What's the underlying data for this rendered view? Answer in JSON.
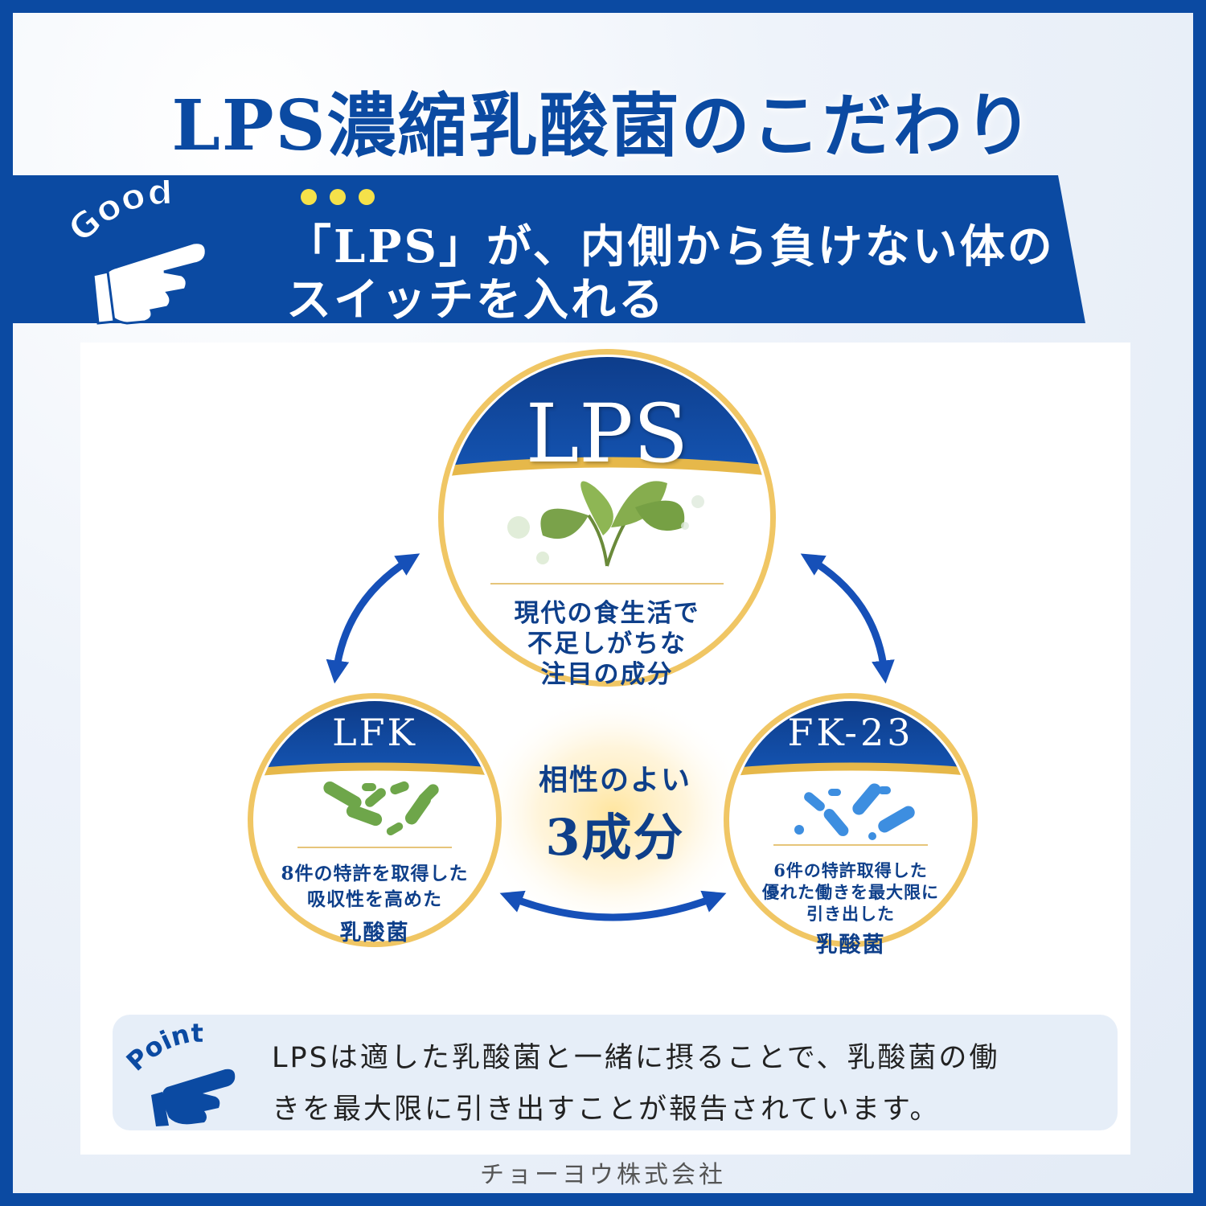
{
  "title": "LPS濃縮乳酸菌のこだわり",
  "banner": {
    "badge_text": "Good",
    "line1": "「LPS」が、内側から負けない体の",
    "line2": "スイッチを入れる"
  },
  "diagram": {
    "lps": {
      "heading": "LPS",
      "desc": [
        "現代の食生活で",
        "不足しがちな",
        "注目の成分"
      ]
    },
    "lfk": {
      "heading": "LFK",
      "desc": [
        "8件の特許を取得した",
        "吸収性を高めた"
      ],
      "desc_strong": "乳酸菌"
    },
    "fk23": {
      "heading": "FK-23",
      "desc": [
        "6件の特許取得した",
        "優れた働きを最大限に",
        "引き出した"
      ],
      "desc_strong": "乳酸菌"
    },
    "center": {
      "line1": "相性のよい",
      "line2": "3成分"
    }
  },
  "point": {
    "badge_text": "Point",
    "line1": "LPSは適した乳酸菌と一緒に摂ることで、乳酸菌の働",
    "line2": "きを最大限に引き出すことが報告されています。"
  },
  "company": "チョーヨウ株式会社",
  "colors": {
    "brand_blue": "#0b4aa2",
    "gold": "#e6b84a",
    "dot_yellow": "#f5e14a"
  }
}
